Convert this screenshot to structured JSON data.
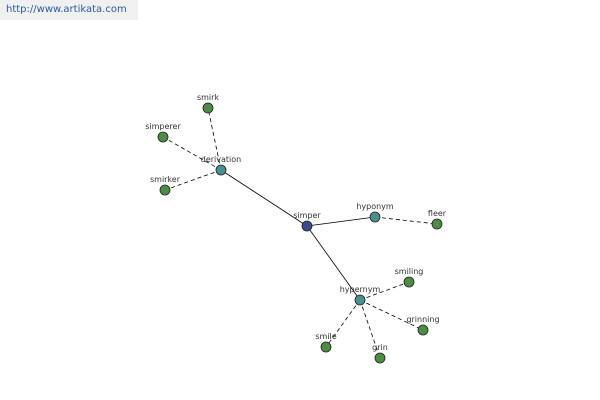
{
  "site": {
    "url_text": "http://www.artikata.com"
  },
  "colors": {
    "center_node": "#3a4a8c",
    "relation_node": "#4a9090",
    "leaf_node": "#4c8c44",
    "edge": "#000000",
    "label": "#333333",
    "url_text": "#2a5b9c",
    "url_bg": "#f0f0f0"
  },
  "graph": {
    "center": "simper",
    "relations": [
      {
        "label": "derivation",
        "words": [
          "smirk",
          "simperer",
          "smirker"
        ]
      },
      {
        "label": "hyponym",
        "words": [
          "fleer"
        ]
      },
      {
        "label": "hypernym",
        "words": [
          "smiling",
          "grinning",
          "grin",
          "smile"
        ]
      }
    ]
  }
}
